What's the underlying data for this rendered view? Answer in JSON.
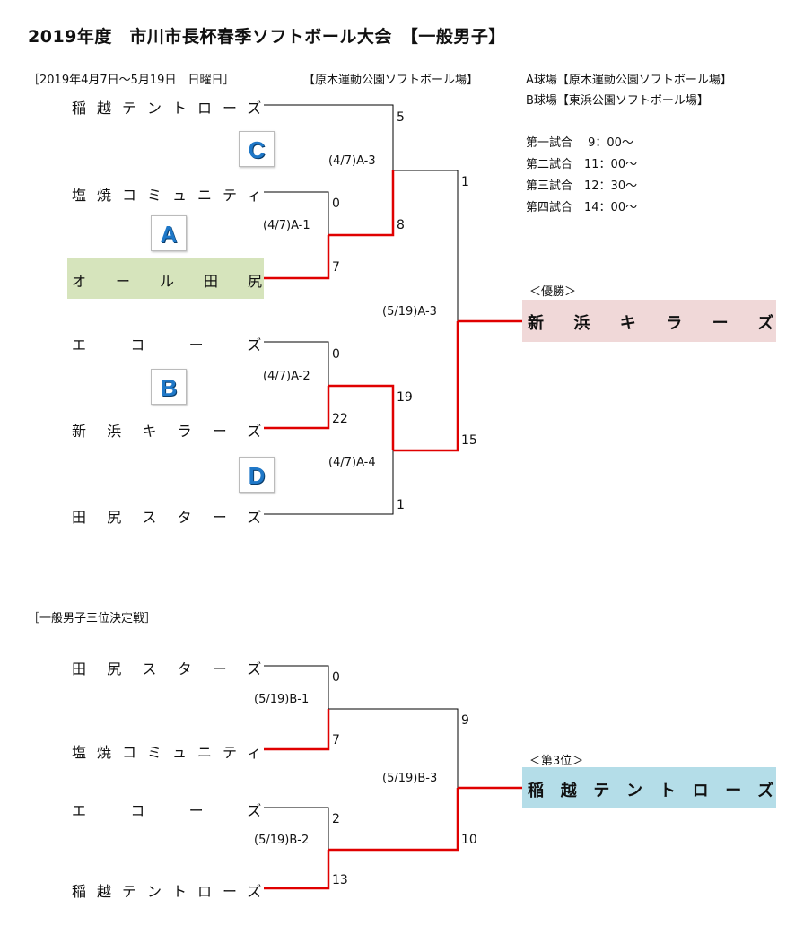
{
  "title": "2019年度　市川市長杯春季ソフトボール大会　【一般男子】",
  "period": "［2019年4月7日～5月19日　日曜日］",
  "venue_main": "【原木運動公園ソフトボール場】",
  "venue_a": "A球場【原木運動公園ソフトボール場】",
  "venue_b": "B球場【東浜公園ソフトボール場】",
  "schedule": [
    "第一試合　 9：00～",
    "第二試合　11：00～",
    "第三試合　12：30～",
    "第四試合　14：00～"
  ],
  "main_bracket": {
    "teams": [
      "稲越テントローズ",
      "塩焼コミュニティ",
      "オール田尻",
      "エコーズ",
      "新浜キラーズ",
      "田尻スターズ"
    ],
    "block_letters": [
      "C",
      "A",
      "B",
      "D"
    ],
    "games": {
      "a1": "(4/7)A-1",
      "a2": "(4/7)A-2",
      "a3": "(4/7)A-3",
      "a4": "(4/7)A-4",
      "final": "(5/19)A-3"
    },
    "scores": {
      "a1_top": "0",
      "a1_bottom": "7",
      "a2_top": "0",
      "a2_bottom": "22",
      "a3_top": "5",
      "a3_bottom": "8",
      "a4_top": "19",
      "a4_bottom": "1",
      "final_top": "1",
      "final_bottom": "15"
    },
    "champion_label": "＜優勝＞",
    "champion": "新浜キラーズ"
  },
  "third_place": {
    "heading": "［一般男子三位決定戦］",
    "teams": [
      "田尻スターズ",
      "塩焼コミュニティ",
      "エコーズ",
      "稲越テントローズ"
    ],
    "games": {
      "b1": "(5/19)B-1",
      "b2": "(5/19)B-2",
      "b3": "(5/19)B-3"
    },
    "scores": {
      "b1_top": "0",
      "b1_bottom": "7",
      "b2_top": "2",
      "b2_bottom": "13",
      "b3_top": "9",
      "b3_bottom": "10"
    },
    "winner_label": "＜第3位＞",
    "winner": "稲越テントローズ"
  },
  "colors": {
    "line_black": "#000000",
    "line_red": "#e00000",
    "highlight_green": "#d6e4bc",
    "champion_pink": "#f0d8d8",
    "third_blue": "#b4dde8",
    "letter_blue": "#1f78c8"
  }
}
